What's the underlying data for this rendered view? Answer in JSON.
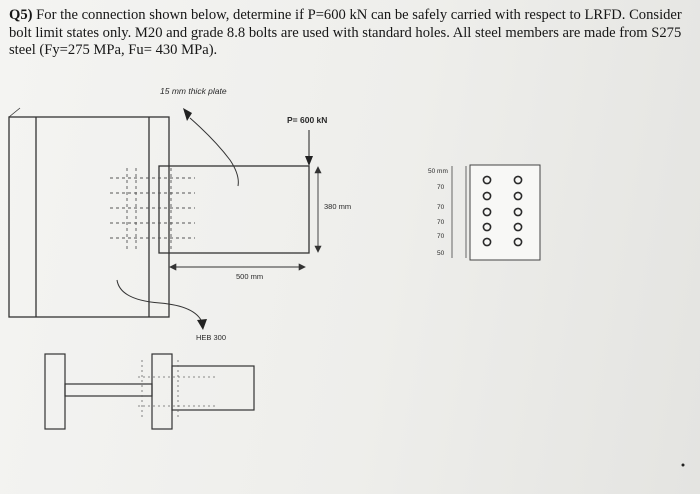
{
  "question": {
    "number": "Q5)",
    "text": "For the connection shown below, determine if P=600 kN can be safely carried with respect to LRFD. Consider bolt limit states only. M20 and grade 8.8 bolts are used with standard holes. All steel members are made from S275 steel (Fy=275 MPa, Fu= 430 MPa)."
  },
  "diagram": {
    "plate_label": "15 mm thick plate",
    "load_label": "P= 600 kN",
    "height_label": "380 mm",
    "length_label": "500 mm",
    "column_label": "HEB 300",
    "bolt_spacing": {
      "edge_top": "50 mm",
      "pitches": [
        "70",
        "70",
        "70",
        "70"
      ],
      "edge_bottom": "50"
    },
    "bolt_pattern": {
      "columns": 2,
      "rows": 5
    }
  }
}
